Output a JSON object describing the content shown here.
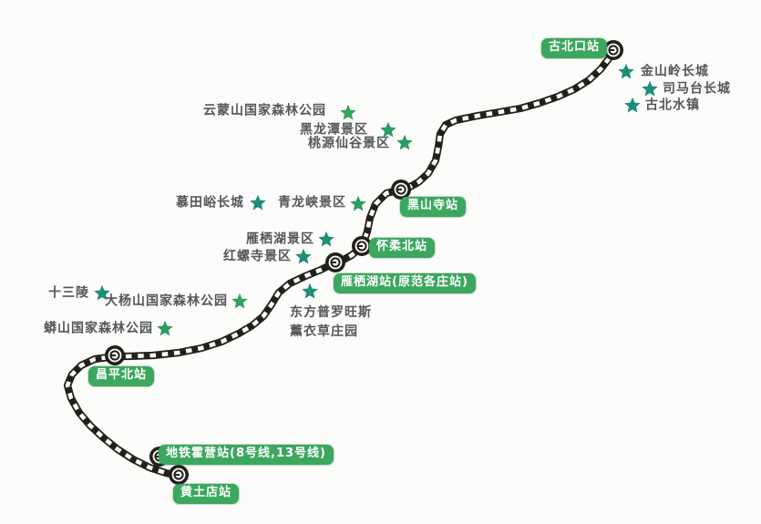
{
  "map_type": "suburban-railway-route-map",
  "colors": {
    "background": "#fcfcfa",
    "track": "#23201c",
    "track_tie": "#ffffff",
    "station_label_bg": "#3ca75e",
    "station_label_text": "#ffffff",
    "attraction_text": "#55565a"
  },
  "stations": [
    {
      "id": "gubeikou",
      "label": "古北口站"
    },
    {
      "id": "heishansi",
      "label": "黑山寺站"
    },
    {
      "id": "huairoubei",
      "label": "怀柔北站"
    },
    {
      "id": "yanqihu",
      "label": "雁栖湖站(原范各庄站)"
    },
    {
      "id": "changpingbei",
      "label": "昌平北站"
    },
    {
      "id": "metro-huoying",
      "label": "地铁霍营站(8号线,13号线)"
    },
    {
      "id": "huangtudian",
      "label": "黄土店站"
    }
  ],
  "attractions": [
    {
      "label": "金山岭长城",
      "star_color": "#1e8e7a"
    },
    {
      "label": "司马台长城",
      "star_color": "#1e8e7a"
    },
    {
      "label": "古北水镇",
      "star_color": "#1e8e7a"
    },
    {
      "label": "云蒙山国家森林公园",
      "star_color": "#33a45c"
    },
    {
      "label": "黑龙潭景区",
      "star_color": "#2b9c63"
    },
    {
      "label": "桃源仙谷景区",
      "star_color": "#2b9c63"
    },
    {
      "label": "慕田峪长城",
      "star_color": "#1e8e7a"
    },
    {
      "label": "青龙峡景区",
      "star_color": "#2b9c63"
    },
    {
      "label": "雁栖湖景区",
      "star_color": "#1e8e7a"
    },
    {
      "label": "红螺寺景区",
      "star_color": "#1e8e7a"
    },
    {
      "label": "十三陵",
      "star_color": "#1e8e7a"
    },
    {
      "label": "大杨山国家森林公园",
      "star_color": "#33a45c"
    },
    {
      "label": "蟒山国家森林公园",
      "star_color": "#2b9c63"
    },
    {
      "label": "东方普罗旺斯\n薰衣草庄园",
      "star_color": "#1e8e7a"
    }
  ]
}
